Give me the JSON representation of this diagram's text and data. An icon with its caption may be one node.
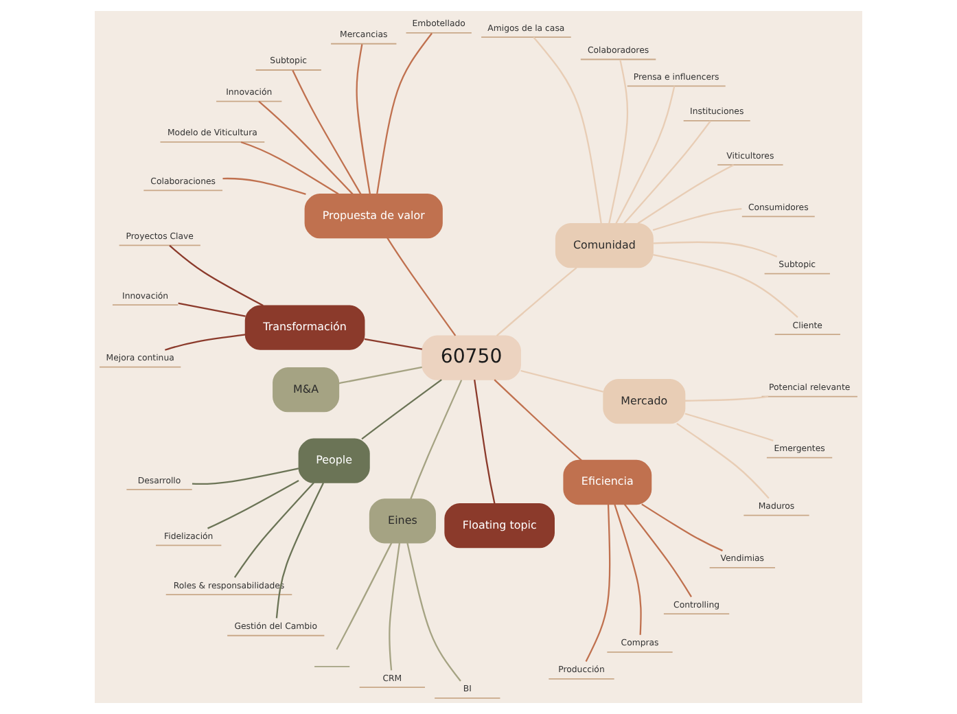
{
  "diagram": {
    "nodes": [
      {
        "text": [
          "60750"
        ]
      },
      {
        "text": [
          "Comunidad"
        ]
      },
      {
        "text": [
          "Cliente"
        ]
      },
      {
        "text": [
          "Subtopic"
        ]
      },
      {
        "text": [
          "Consumidores"
        ]
      },
      {
        "text": [
          "Viticultores"
        ]
      },
      {
        "text": [
          "Instituciones"
        ]
      },
      {
        "text": [
          "Prensa e influencers"
        ]
      },
      {
        "text": [
          "Colaboradores"
        ]
      },
      {
        "text": [
          "Amigos de la casa"
        ]
      },
      {
        "text": [
          "Propuesta de valor"
        ]
      },
      {
        "text": [
          "Embotellado"
        ]
      },
      {
        "text": [
          "Mercancias"
        ]
      },
      {
        "text": [
          "Subtopic"
        ]
      },
      {
        "text": [
          "Innovación"
        ]
      },
      {
        "text": [
          "Modelo de Viticultura"
        ]
      },
      {
        "text": [
          "Colaboraciones"
        ]
      },
      {
        "text": [
          "Transformación"
        ]
      },
      {
        "text": [
          "Proyectos Clave"
        ]
      },
      {
        "text": [
          "Innovación"
        ]
      },
      {
        "text": [
          "Mejora continua"
        ]
      },
      {
        "text": [
          "M&A"
        ]
      },
      {
        "text": [
          "People"
        ]
      },
      {
        "text": [
          "Desarrollo"
        ]
      },
      {
        "text": [
          "Fidelización"
        ]
      },
      {
        "text": [
          "Roles & responsabilidades"
        ]
      },
      {
        "text": [
          "Gestión del Cambio"
        ]
      },
      {
        "text": [
          "Eines"
        ]
      },
      {
        "text": [],
        "shape": "box"
      },
      {
        "text": [
          "CRM"
        ]
      },
      {
        "text": [
          "BI"
        ]
      },
      {
        "text": [
          "Floating topic"
        ]
      },
      {
        "text": [
          "Eficiencia"
        ]
      },
      {
        "text": [
          "Producción"
        ]
      },
      {
        "text": [
          "Compras"
        ]
      },
      {
        "text": [
          "Controlling"
        ]
      },
      {
        "text": [
          "Vendimias"
        ]
      },
      {
        "text": [
          "Mercado"
        ]
      },
      {
        "text": [
          "Maduros"
        ]
      },
      {
        "text": [
          "Emergentes"
        ]
      },
      {
        "text": [
          "Potencial relevante"
        ]
      }
    ],
    "edges": [
      {
        "from": 0,
        "to": 1,
        "arrow": "none"
      },
      {
        "from": 1,
        "to": 2,
        "arrow": "none"
      },
      {
        "from": 1,
        "to": 3,
        "arrow": "none"
      },
      {
        "from": 1,
        "to": 4,
        "arrow": "none"
      },
      {
        "from": 1,
        "to": 5,
        "arrow": "none"
      },
      {
        "from": 1,
        "to": 6,
        "arrow": "none"
      },
      {
        "from": 1,
        "to": 7,
        "arrow": "none"
      },
      {
        "from": 1,
        "to": 8,
        "arrow": "none"
      },
      {
        "from": 1,
        "to": 9,
        "arrow": "none"
      },
      {
        "from": 0,
        "to": 10,
        "arrow": "none",
        "color": "#c0714f"
      },
      {
        "from": 10,
        "to": 11,
        "arrow": "none",
        "color": "#c0714f"
      },
      {
        "from": 10,
        "to": 12,
        "arrow": "none",
        "color": "#c0714f"
      },
      {
        "from": 10,
        "to": 13,
        "arrow": "none",
        "color": "#c0714f"
      },
      {
        "from": 10,
        "to": 14,
        "arrow": "none",
        "color": "#c0714f"
      },
      {
        "from": 10,
        "to": 15,
        "arrow": "none",
        "color": "#c0714f"
      },
      {
        "from": 10,
        "to": 16,
        "arrow": "none",
        "color": "#c0714f"
      },
      {
        "from": 0,
        "to": 17,
        "arrow": "none",
        "color": "#8b3a2b"
      },
      {
        "from": 17,
        "to": 18,
        "arrow": "none",
        "color": "#8b3a2b"
      },
      {
        "from": 17,
        "to": 19,
        "arrow": "none",
        "color": "#8b3a2b"
      },
      {
        "from": 17,
        "to": 20,
        "arrow": "none",
        "color": "#8b3a2b"
      },
      {
        "from": 0,
        "to": 21,
        "arrow": "none",
        "color": "#a5a383"
      },
      {
        "from": 0,
        "to": 22,
        "arrow": "none",
        "color": "#6b7456"
      },
      {
        "from": 22,
        "to": 23,
        "arrow": "none",
        "color": "#6b7456"
      },
      {
        "from": 22,
        "to": 24,
        "arrow": "none",
        "color": "#6b7456"
      },
      {
        "from": 22,
        "to": 25,
        "arrow": "none",
        "color": "#6b7456"
      },
      {
        "from": 22,
        "to": 26,
        "arrow": "none",
        "color": "#6b7456"
      },
      {
        "from": 0,
        "to": 27,
        "arrow": "none",
        "color": "#a5a383"
      },
      {
        "from": 27,
        "to": 28,
        "arrow": "none",
        "color": "#a5a383"
      },
      {
        "from": 27,
        "to": 29,
        "arrow": "none",
        "color": "#a5a383"
      },
      {
        "from": 27,
        "to": 30,
        "arrow": "none",
        "color": "#a5a383"
      },
      {
        "from": 0,
        "to": 31,
        "arrow": "none",
        "color": "#8b3a2b"
      },
      {
        "from": 0,
        "to": 32,
        "arrow": "none",
        "color": "#c0714f"
      },
      {
        "from": 32,
        "to": 33,
        "arrow": "none",
        "color": "#c0714f"
      },
      {
        "from": 32,
        "to": 34,
        "arrow": "none",
        "color": "#c0714f"
      },
      {
        "from": 32,
        "to": 35,
        "arrow": "none",
        "color": "#c0714f"
      },
      {
        "from": 32,
        "to": 36,
        "arrow": "none",
        "color": "#c0714f"
      },
      {
        "from": 0,
        "to": 37,
        "arrow": "none"
      },
      {
        "from": 37,
        "to": 38,
        "arrow": "none"
      },
      {
        "from": 37,
        "to": 39,
        "arrow": "none"
      },
      {
        "from": 37,
        "to": 40,
        "arrow": "none"
      }
    ]
  }
}
